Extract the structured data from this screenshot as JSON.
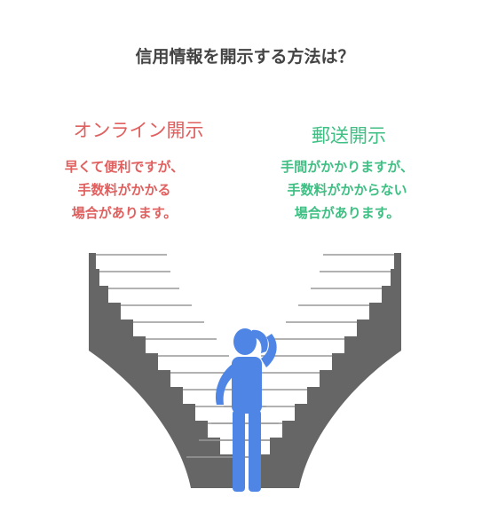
{
  "title": "信用情報を開示する方法は？",
  "options": [
    {
      "heading": "オンライン開示",
      "description": "早くて便利ですが、\n手数料がかかる\n場合があります。",
      "color": "#e0605f"
    },
    {
      "heading": "郵送開示",
      "description": "手間がかかりますが、\n手数料がかからない\n場合があります。",
      "color": "#3fbf83"
    }
  ],
  "colors": {
    "stairs": "#666666",
    "step_highlight": "#999999",
    "person": "#4f86e6"
  },
  "illustration": {
    "left_staircase": "stairs-left",
    "right_staircase": "stairs-right",
    "person_icon": "person-thinking-icon"
  }
}
